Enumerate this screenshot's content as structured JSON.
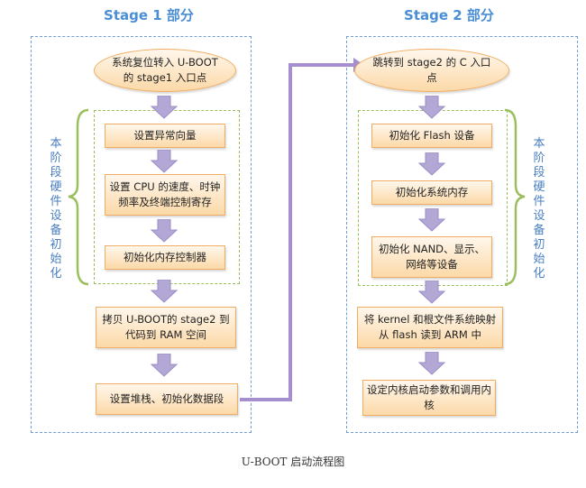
{
  "stage1": {
    "title": "Stage 1 部分",
    "start": "系统复位转入 U-BOOT 的 stage1 入口点",
    "steps": [
      "设置异常向量",
      "设置 CPU 的速度、时钟频率及终端控制寄存",
      "初始化内存控制器",
      "拷贝 U-BOOT的 stage2 到代码到 RAM 空间",
      "设置堆栈、初始化数据段"
    ],
    "side_label": "本阶段硬件设备初始化"
  },
  "stage2": {
    "title": "Stage 2 部分",
    "start": "跳转到 stage2 的 C 入口点",
    "steps": [
      "初始化 Flash 设备",
      "初始化系统内存",
      "初始化 NAND、显示、网络等设备",
      "将 kernel 和根文件系统映射从 flash 读到 ARM 中",
      "设定内核启动参数和调用内核"
    ],
    "side_label": "本阶段硬件设备初始化"
  },
  "caption": "U-BOOT 启动流程图",
  "colors": {
    "stage_border": "#6f9fd6",
    "init_border": "#9bbf5e",
    "node_border": "#f0ad63",
    "arrow_fill": "#b3a7d6",
    "connector": "#a58fcf",
    "label": "#4a7fc0"
  }
}
